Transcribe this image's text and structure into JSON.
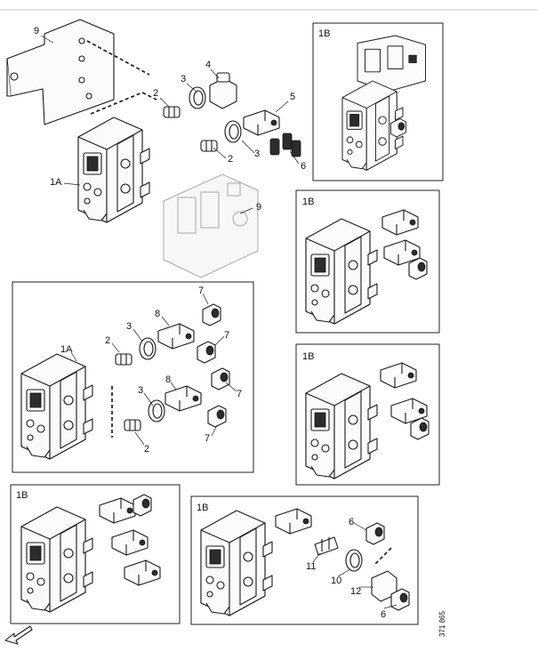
{
  "callouts": {
    "c9a": "9",
    "c2a": "2",
    "c3a": "3",
    "c4": "4",
    "c5": "5",
    "c1A_top": "1A",
    "c2b": "2",
    "c3b": "3",
    "c6a": "6",
    "c9b": "9",
    "c7a": "7",
    "c8a": "8",
    "c3c": "3",
    "c7b": "7",
    "c2c": "2",
    "c1A_mid": "1A",
    "c3d": "3",
    "c8b": "8",
    "c7c": "7",
    "c2d": "2",
    "c7d": "7",
    "c6b": "6",
    "c11": "11",
    "c10": "10",
    "c12": "12",
    "c6c": "6"
  },
  "panels": {
    "p1": "1B",
    "p2": "1B",
    "p3": "1B",
    "p4": "1B",
    "p5": "1B"
  },
  "figure_id": "371 865",
  "icons": {
    "orientation": "arrow-icon"
  },
  "colors": {
    "line": "#1a1a1a",
    "ghost": "#a9a9a9",
    "background": "#ffffff"
  }
}
